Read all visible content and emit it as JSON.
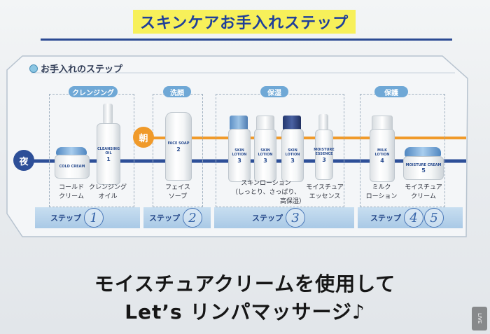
{
  "title": "スキンケアお手入れステップ",
  "section_title": "お手入れのステップ",
  "badges": {
    "morning": "朝",
    "night": "夜"
  },
  "categories": [
    {
      "label": "クレンジング"
    },
    {
      "label": "洗顔"
    },
    {
      "label": "保湿"
    },
    {
      "label": "保護"
    }
  ],
  "products": {
    "cold_cream": {
      "label_line1": "コールド",
      "label_line2": "クリーム",
      "jar_text": "COLD CREAM"
    },
    "cleansing_oil": {
      "label_line1": "クレンジング",
      "label_line2": "オイル",
      "bottle_text": "CLEANSING OIL",
      "bottle_num": "1"
    },
    "face_soap": {
      "label_line1": "フェイス",
      "label_line2": "ソープ",
      "tube_text": "FACE SOAP",
      "tube_num": "2"
    },
    "skin_lotion": {
      "label_line1": "スキンローション",
      "label_line2": "（しっとり、さっぱり、",
      "label_line3": "高保湿）",
      "bottle_text": "SKIN LOTION",
      "bottle_num": "3"
    },
    "moisture_essence": {
      "label_line1": "モイスチュア",
      "label_line2": "エッセンス",
      "bottle_text": "MOISTURE ESSENCE",
      "bottle_num": "3"
    },
    "milk_lotion": {
      "label_line1": "ミルク",
      "label_line2": "ローション",
      "bottle_text": "MILK LOTION",
      "bottle_num": "4"
    },
    "moisture_cream": {
      "label_line1": "モイスチュア",
      "label_line2": "クリーム",
      "jar_text": "MOISTURE CREAM",
      "jar_num": "5"
    }
  },
  "steps": [
    {
      "label": "ステップ",
      "num": "1"
    },
    {
      "label": "ステップ",
      "num": "2"
    },
    {
      "label": "ステップ",
      "num": "3"
    },
    {
      "label": "ステップ",
      "num": "4",
      "num2": "5"
    }
  ],
  "caption_line1": "モイスチュアクリームを使用して",
  "caption_line2": "Let’s リンパマッサージ♪",
  "live_badge": "LIVE",
  "colors": {
    "title_bg": "#f7f05a",
    "title_text": "#1f3f9a",
    "morning_line": "#f09a2a",
    "night_line": "#2d4f98",
    "category": "#6fa8d6"
  }
}
